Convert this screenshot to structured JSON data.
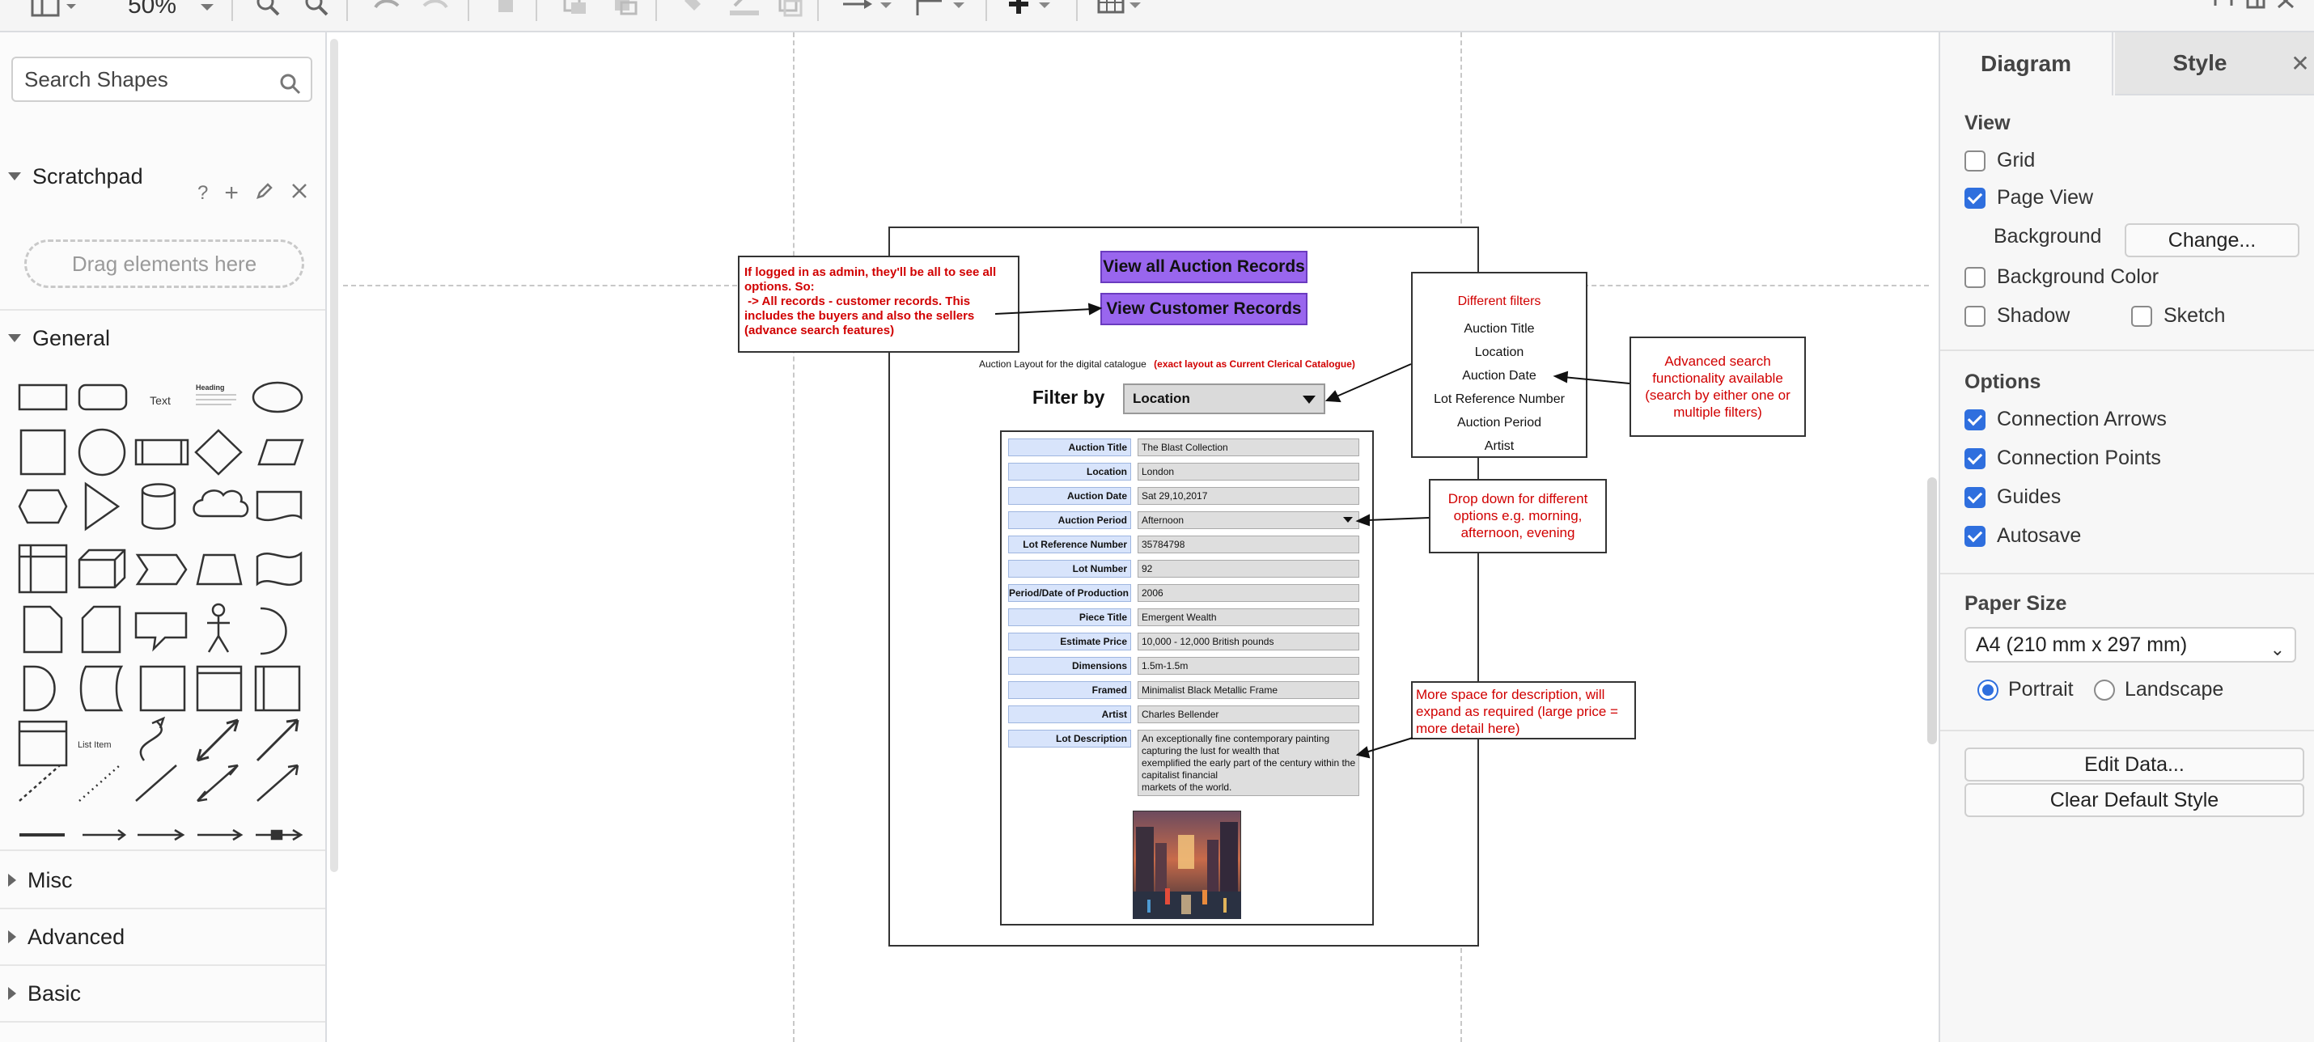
{
  "toolbar": {
    "zoom": "50%"
  },
  "sidebar": {
    "search_placeholder": "Search Shapes",
    "scratchpad": {
      "title": "Scratchpad",
      "help": "?",
      "add": "+",
      "drop_hint": "Drag elements here"
    },
    "general_title": "General",
    "shape_text_label": "Text",
    "shape_heading_label": "Heading",
    "shape_list_item_label": "List Item",
    "misc_title": "Misc",
    "advanced_title": "Advanced",
    "basic_title": "Basic"
  },
  "diagram": {
    "admin_note": "If logged in as admin, they'll be all to see all options. So:\n -> All records - customer records. This includes the buyers and also the sellers (advance search features)",
    "btn_all_records": "View all Auction Records",
    "btn_customer_records": "View Customer Records",
    "layout_caption": "Auction Layout for the digital catalogue",
    "layout_caption_note": "(exact layout as Current Clerical Catalogue)",
    "filter_label": "Filter by",
    "filter_value": "Location",
    "filters_title": "Different filters",
    "filters": [
      "Auction Title",
      "Location",
      "Auction Date",
      "Lot Reference Number",
      "Auction Period",
      "Artist"
    ],
    "advanced_note": "Advanced search functionality available (search by either one or multiple filters)",
    "dropdown_note": "Drop down for different options e.g. morning, afternoon, evening",
    "description_note": "More space for description, will expand as required (large price = more detail here)",
    "form": [
      {
        "label": "Auction Title",
        "value": "The Blast Collection"
      },
      {
        "label": "Location",
        "value": "London"
      },
      {
        "label": "Auction Date",
        "value": "Sat 29,10,2017"
      },
      {
        "label": "Auction Period",
        "value": "Afternoon"
      },
      {
        "label": "Lot Reference Number",
        "value": "35784798"
      },
      {
        "label": "Lot Number",
        "value": "92"
      },
      {
        "label": "Period/Date of Production",
        "value": "2006"
      },
      {
        "label": "Piece Title",
        "value": "Emergent Wealth"
      },
      {
        "label": "Estimate Price",
        "value": "10,000 - 12,000 British pounds"
      },
      {
        "label": "Dimensions",
        "value": "1.5m-1.5m"
      },
      {
        "label": "Framed",
        "value": "Minimalist Black Metallic Frame"
      },
      {
        "label": "Artist",
        "value": "Charles Bellender"
      }
    ],
    "lot_description_label": "Lot Description",
    "lot_description_lines": [
      "An exceptionally fine contemporary painting",
      "capturing the lust for wealth that",
      "exemplified the early part of the century within the",
      "capitalist financial",
      "markets of the world."
    ]
  },
  "panel": {
    "tab_diagram": "Diagram",
    "tab_style": "Style",
    "view_title": "View",
    "grid": {
      "label": "Grid",
      "checked": false
    },
    "page_view": {
      "label": "Page View",
      "checked": true
    },
    "background_label": "Background",
    "change_button": "Change...",
    "background_color": {
      "label": "Background Color",
      "checked": false
    },
    "shadow": {
      "label": "Shadow",
      "checked": false
    },
    "sketch": {
      "label": "Sketch",
      "checked": false
    },
    "options_title": "Options",
    "connection_arrows": {
      "label": "Connection Arrows",
      "checked": true
    },
    "connection_points": {
      "label": "Connection Points",
      "checked": true
    },
    "guides": {
      "label": "Guides",
      "checked": true
    },
    "autosave": {
      "label": "Autosave",
      "checked": true
    },
    "paper_size_title": "Paper Size",
    "paper_size_value": "A4 (210 mm x 297 mm)",
    "portrait_label": "Portrait",
    "landscape_label": "Landscape",
    "orientation": "portrait",
    "edit_data_button": "Edit Data...",
    "clear_style_button": "Clear Default Style"
  },
  "colors": {
    "accent": "#2f6fde",
    "note_text": "#d10000",
    "purple_button": "#9966ee",
    "form_label_bg": "#d8e4fb",
    "form_value_bg": "#dedede"
  }
}
